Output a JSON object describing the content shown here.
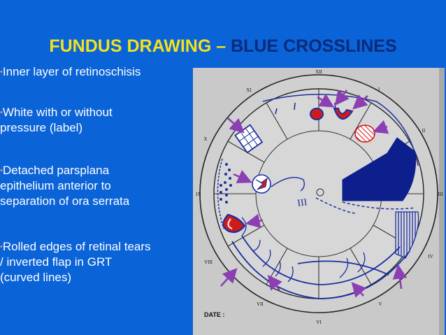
{
  "slide": {
    "title_part1": "FUNDUS DRAWING – ",
    "title_part2": "BLUE CROSSLINES",
    "bullets": [
      [
        "Inner layer of  retinoschisis"
      ],
      [
        "White with or without",
        "pressure (label)"
      ],
      [
        "Detached parsplana",
        "epithelium anterior to",
        "separation of ora serrata"
      ],
      [
        "Rolled edges of retinal tears",
        "/ inverted flap in   GRT",
        "(curved lines)"
      ]
    ],
    "bullet_marker": "•"
  },
  "chart_labels": {
    "clock_hours": [
      "XII",
      "I",
      "II",
      "III",
      "IV",
      "V",
      "VI",
      "VII",
      "VIII",
      "IX",
      "X",
      "XI"
    ],
    "date_label": "DATE :",
    "vitreous_mark": "III"
  },
  "colors": {
    "background": "#0b63d8",
    "title_yellow": "#f2e21c",
    "title_navy": "#0a2b7a",
    "chart_paper": "#c9c9c9",
    "ink_blue": "#1b2fa0",
    "ink_red": "#d21a1a",
    "arrow_purple": "#8b3fb3"
  }
}
